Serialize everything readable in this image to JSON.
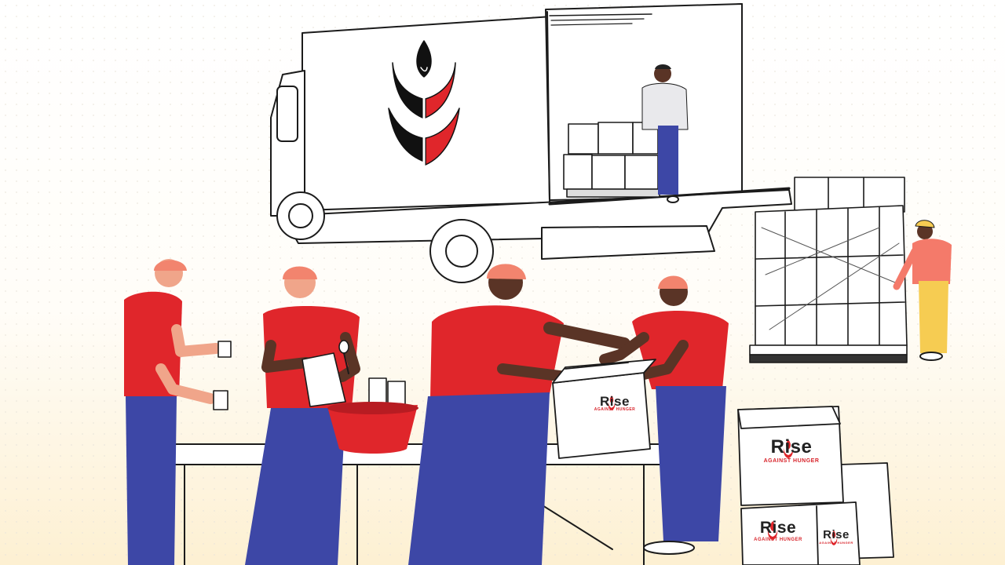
{
  "illustration": {
    "description_free": true,
    "colors": {
      "shirt_red": "#e0262b",
      "pants_blue": "#3d47a6",
      "skin_light": "#f0a58a",
      "skin_dark": "#5a3426",
      "hat_salmon": "#f2846e",
      "pants_yellow": "#f6cc52",
      "shirt_coral": "#f47a6a",
      "shirt_white": "#e9e9ec",
      "outline": "#1b1b1b"
    },
    "boxes": [
      {
        "brand": "Rise",
        "tagline": "AGAINST HUNGER"
      },
      {
        "brand": "Rise",
        "tagline": "AGAINST HUNGER"
      },
      {
        "brand": "Rise",
        "tagline": "AGAINST HUNGER"
      },
      {
        "brand": "Rise",
        "tagline": "AGAINST HUNGER"
      }
    ]
  }
}
